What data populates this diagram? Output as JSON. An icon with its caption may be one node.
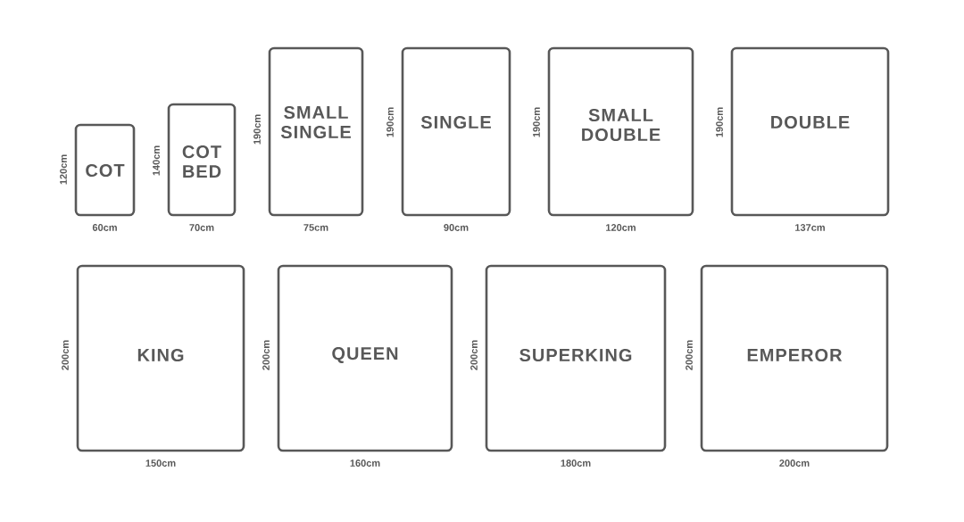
{
  "diagram": {
    "nodes": [
      {
        "text": [
          "COT"
        ],
        "beside": [
          "120cm",
          "60cm"
        ]
      },
      {
        "text": [
          "COT BED"
        ],
        "beside": [
          "140cm",
          "70cm"
        ]
      },
      {
        "text": [
          "SMALL SINGLE"
        ],
        "beside": [
          "190cm",
          "75cm"
        ]
      },
      {
        "text": [
          "SINGLE"
        ],
        "beside": [
          "190cm",
          "90cm"
        ]
      },
      {
        "text": [
          "SMALL DOUBLE"
        ],
        "beside": [
          "190cm",
          "120cm"
        ]
      },
      {
        "text": [
          "DOUBLE"
        ],
        "beside": [
          "190cm",
          "137cm"
        ]
      },
      {
        "text": [
          "KING"
        ],
        "beside": [
          "200cm",
          "150cm"
        ]
      },
      {
        "text": [
          "QUEEN"
        ],
        "beside": [
          "200cm",
          "160cm"
        ]
      },
      {
        "text": [
          "SUPERKING"
        ],
        "beside": [
          "200cm",
          "180cm"
        ]
      },
      {
        "text": [
          "EMPEROR"
        ],
        "beside": [
          "200cm",
          "200cm"
        ]
      }
    ]
  }
}
